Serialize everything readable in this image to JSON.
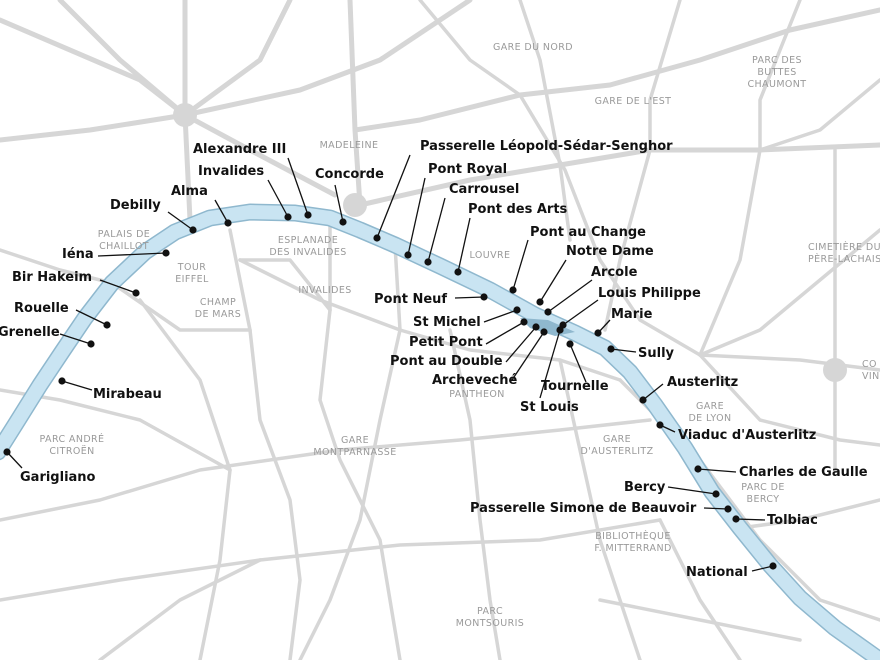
{
  "map": {
    "colors": {
      "background": "#ffffff",
      "streets": "#d6d6d6",
      "river": "#c9e4f2",
      "river_edge": "#8fb8ce",
      "district_text": "#9a9a9a",
      "bridge_text": "#111111"
    },
    "districts": [
      {
        "id": "gare-du-nord",
        "lines": [
          "GARE DU NORD"
        ]
      },
      {
        "id": "parc-buttes-chaumont",
        "lines": [
          "PARC DES",
          "BUTTES",
          "CHAUMONT"
        ]
      },
      {
        "id": "gare-de-lest",
        "lines": [
          "GARE DE L'EST"
        ]
      },
      {
        "id": "madeleine",
        "lines": [
          "MADELEINE"
        ]
      },
      {
        "id": "palais-de-chaillot",
        "lines": [
          "PALAIS DE",
          "CHAILLOT"
        ]
      },
      {
        "id": "esplanade-des-invalides",
        "lines": [
          "ESPLANADE",
          "DES INVALIDES"
        ]
      },
      {
        "id": "louvre",
        "lines": [
          "LOUVRE"
        ]
      },
      {
        "id": "cimetiere-pere-lachaise",
        "lines": [
          "CIMETIÈRE DU",
          "PÈRE-LACHAISE"
        ]
      },
      {
        "id": "tour-eiffel",
        "lines": [
          "TOUR",
          "EIFFEL"
        ]
      },
      {
        "id": "champ-de-mars",
        "lines": [
          "CHAMP",
          "DE MARS"
        ]
      },
      {
        "id": "invalides",
        "lines": [
          "INVALIDES"
        ]
      },
      {
        "id": "pantheon",
        "lines": [
          "PANTHEON"
        ]
      },
      {
        "id": "gare-de-lyon",
        "lines": [
          "GARE",
          "DE LYON"
        ]
      },
      {
        "id": "parc-andre-citroen",
        "lines": [
          "PARC ANDRÉ",
          "CITROËN"
        ]
      },
      {
        "id": "gare-montparnasse",
        "lines": [
          "GARE",
          "MONTPARNASSE"
        ]
      },
      {
        "id": "gare-dausterlitz",
        "lines": [
          "GARE",
          "D'AUSTERLITZ"
        ]
      },
      {
        "id": "parc-de-bercy",
        "lines": [
          "PARC DE",
          "BERCY"
        ]
      },
      {
        "id": "bibliotheque-mitterrand",
        "lines": [
          "BIBLIOTHÈQUE",
          "F. MITTERRAND"
        ]
      },
      {
        "id": "parc-montsouris",
        "lines": [
          "PARC",
          "MONTSOURIS"
        ]
      },
      {
        "id": "cours-de-vincennes",
        "lines": [
          "CO",
          "VIN"
        ]
      }
    ],
    "bridges": [
      "Passerelle Léopold-Sédar-Senghor",
      "Alexandre III",
      "Invalides",
      "Concorde",
      "Pont Royal",
      "Carrousel",
      "Debilly",
      "Alma",
      "Pont des Arts",
      "Pont au Change",
      "Iéna",
      "Notre Dame",
      "Bir Hakeim",
      "Arcole",
      "Louis Philippe",
      "Pont Neuf",
      "Rouelle",
      "Marie",
      "St Michel",
      "Grenelle",
      "Petit Pont",
      "Sully",
      "Pont au Double",
      "Archeveché",
      "Austerlitz",
      "Tournelle",
      "Mirabeau",
      "St Louis",
      "Viaduc d'Austerlitz",
      "Garigliano",
      "Charles de Gaulle",
      "Bercy",
      "Passerelle Simone de Beauvoir",
      "Tolbiac",
      "National"
    ]
  }
}
